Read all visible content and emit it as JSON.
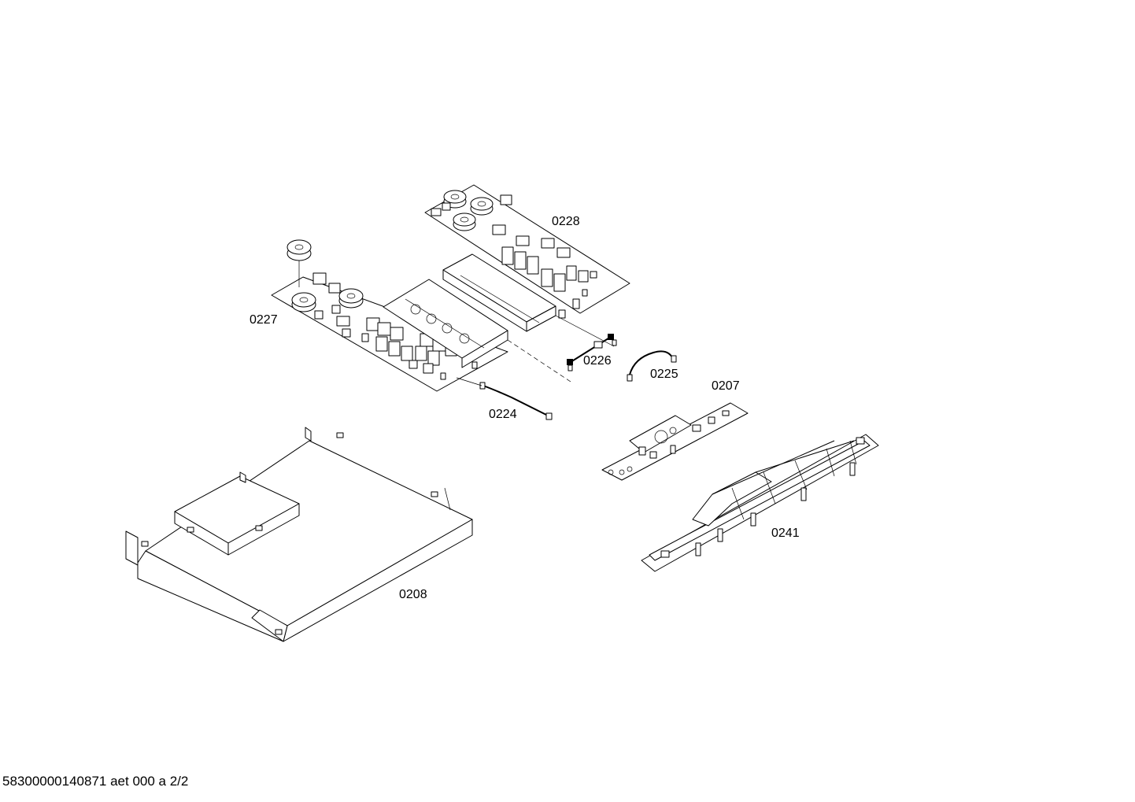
{
  "parts": [
    {
      "id": "p0228",
      "label": "0228"
    },
    {
      "id": "p0227",
      "label": "0227"
    },
    {
      "id": "p0226",
      "label": "0226"
    },
    {
      "id": "p0225",
      "label": "0225"
    },
    {
      "id": "p0207",
      "label": "0207"
    },
    {
      "id": "p0224",
      "label": "0224"
    },
    {
      "id": "p0241",
      "label": "0241"
    },
    {
      "id": "p0208",
      "label": "0208"
    }
  ],
  "footer": {
    "text": "58300000140871 aet 000 a 2/2"
  }
}
